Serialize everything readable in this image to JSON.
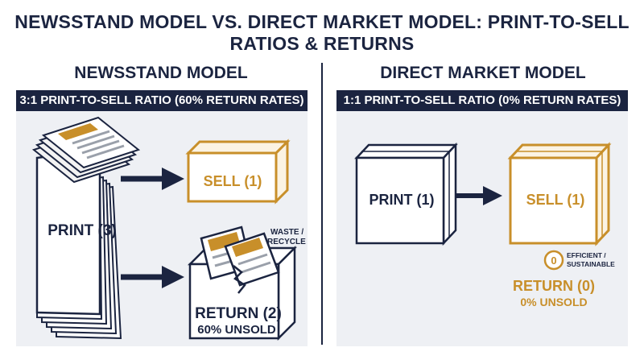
{
  "title": "NEWSSTAND MODEL VS. DIRECT MARKET MODEL: PRINT-TO-SELL RATIOS & RETURNS",
  "colors": {
    "navy": "#1b2440",
    "gold": "#c88f2a",
    "panel": "#eef0f4"
  },
  "newsstand": {
    "heading": "NEWSSTAND MODEL",
    "ratio": "3:1 PRINT-TO-SELL RATIO (60% RETURN RATES)",
    "print_label": "PRINT (3)",
    "sell_label": "SELL (1)",
    "return_label": "RETURN (2)",
    "return_sub": "60% UNSOLD",
    "waste_line1": "WASTE /",
    "waste_line2": "RECYCLE"
  },
  "direct": {
    "heading": "DIRECT MARKET MODEL",
    "ratio": "1:1 PRINT-TO-SELL RATIO (0% RETURN RATES)",
    "print_label": "PRINT (1)",
    "sell_label": "SELL (1)",
    "zero_badge": "0",
    "efficient_line1": "EFFICIENT /",
    "efficient_line2": "SUSTAINABLE",
    "return_label": "RETURN (0)",
    "return_sub": "0% UNSOLD"
  }
}
